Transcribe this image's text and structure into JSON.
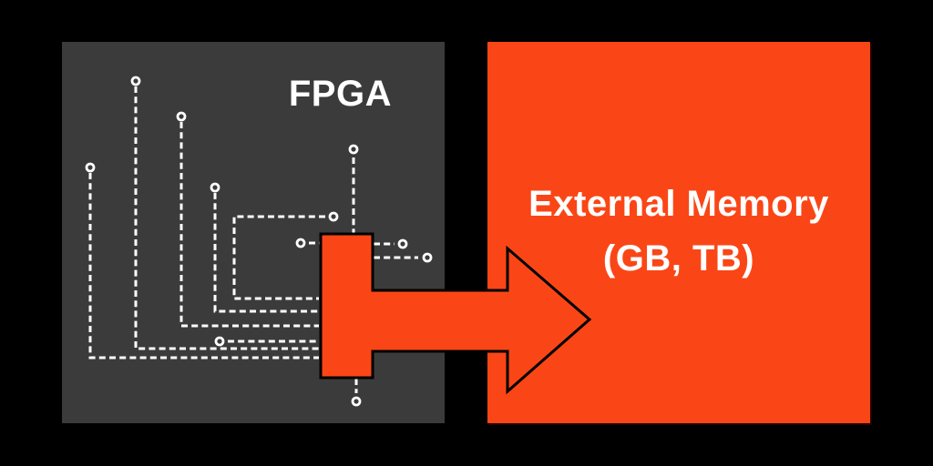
{
  "diagram": {
    "type": "block-diagram",
    "fpga": {
      "label": "FPGA"
    },
    "external_memory": {
      "label": "External Memory",
      "capacity": "(GB, TB)"
    },
    "connection": {
      "from": "FPGA",
      "to": "External Memory",
      "style": "wide-block-arrow",
      "direction": "right"
    }
  },
  "icons": {
    "trace_terminal": "hollow-circle-pin",
    "bus_arrow": "right-block-arrow"
  },
  "colors": {
    "background": "#000000",
    "chip_fill": "#3B3B3B",
    "memory_fill": "#FA4616",
    "arrow_fill": "#FA4616",
    "arrow_outline": "#000000",
    "trace": "#FFFFFF",
    "text": "#FFFFFF"
  }
}
